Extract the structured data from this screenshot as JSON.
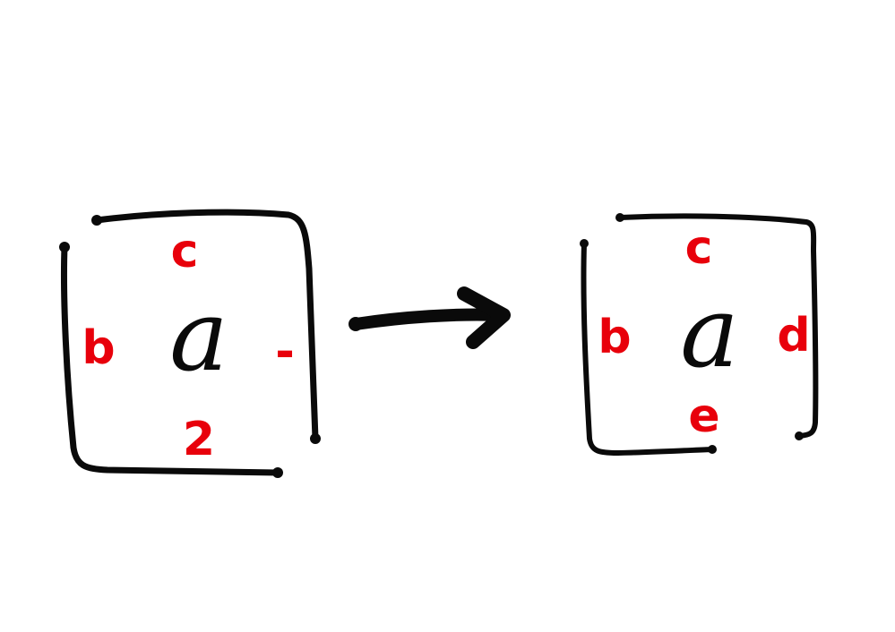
{
  "colors": {
    "ink": "#0a0a0a",
    "accent": "#e8000b",
    "background": "#ffffff"
  },
  "left_box": {
    "center": "a",
    "top": "c",
    "left": "b",
    "right": "-",
    "bottom": "2"
  },
  "right_box": {
    "center": "a",
    "top": "c",
    "left": "b",
    "right": "d",
    "bottom": "e"
  },
  "arrow_icon": "arrow-right-icon"
}
